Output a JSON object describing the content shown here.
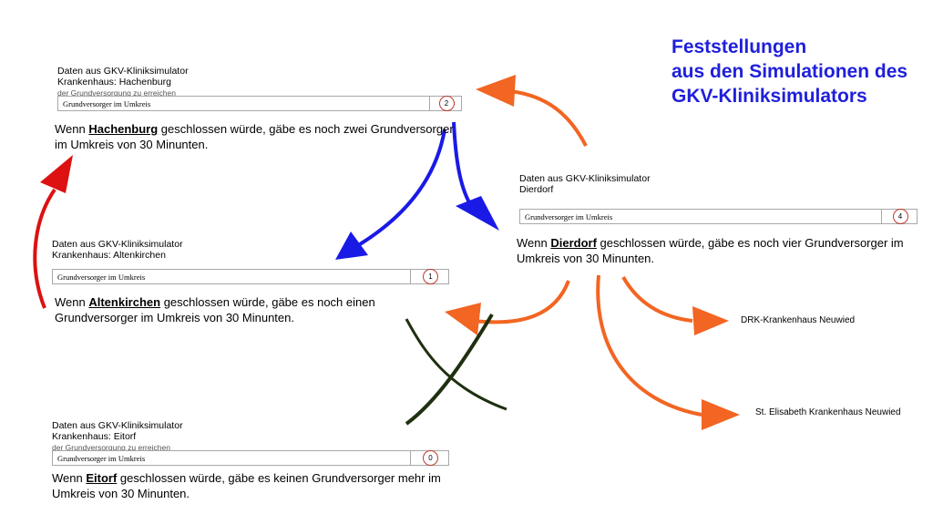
{
  "title": {
    "line1": "Feststellungen",
    "line2": "aus den Simulationen des",
    "line3": "GKV-Kliniksimulators"
  },
  "cards": {
    "hachenburg": {
      "source": "Daten aus GKV-Kliniksimulator",
      "hospital": "Krankenhaus: Hachenburg",
      "cutoff": "der Grundversorgung zu erreichen",
      "row_label": "Grundversorger im Umkreis",
      "count": "2",
      "statement": {
        "pre": "Wenn ",
        "name": "Hachenburg",
        "post": " geschlossen würde, gäbe es noch zwei Grundversorger im Umkreis von 30 Minunten."
      }
    },
    "altenkirchen": {
      "source": "Daten aus GKV-Kliniksimulator",
      "hospital": "Krankenhaus: Altenkirchen",
      "row_label": "Grundversorger im Umkreis",
      "count": "1",
      "statement": {
        "pre": "Wenn ",
        "name": "Altenkirchen",
        "post": " geschlossen würde, gäbe es noch einen Grundversorger im Umkreis von 30 Minunten."
      }
    },
    "eitorf": {
      "source": "Daten aus GKV-Kliniksimulator",
      "hospital": "Krankenhaus: Eitorf",
      "cutoff": "der Grundversorgung zu erreichen",
      "row_label": "Grundversorger im Umkreis",
      "count": "0",
      "statement": {
        "pre": "Wenn ",
        "name": "Eitorf",
        "post": " geschlossen würde, gäbe es keinen Grundversorger mehr im Umkreis von 30 Minunten."
      }
    },
    "dierdorf": {
      "source": "Daten aus GKV-Kliniksimulator",
      "hospital": "Dierdorf",
      "row_label": "Grundversorger im Umkreis",
      "count": "4",
      "statement": {
        "pre": "Wenn ",
        "name": "Dierdorf",
        "post": " geschlossen würde, gäbe es noch vier Grundversorger im Umkreis von 30 Minunten."
      }
    }
  },
  "targets": {
    "drk": "DRK-Krankenhaus Neuwied",
    "elisabeth": "St. Elisabeth Krankenhaus Neuwied"
  },
  "colors": {
    "title": "#1f1fdb",
    "blue_arrow": "#1a1ae6",
    "red_arrow": "#dd1111",
    "orange_arrow": "#f26522",
    "dark_curve": "#1e3010",
    "badge": "#c0392b"
  }
}
